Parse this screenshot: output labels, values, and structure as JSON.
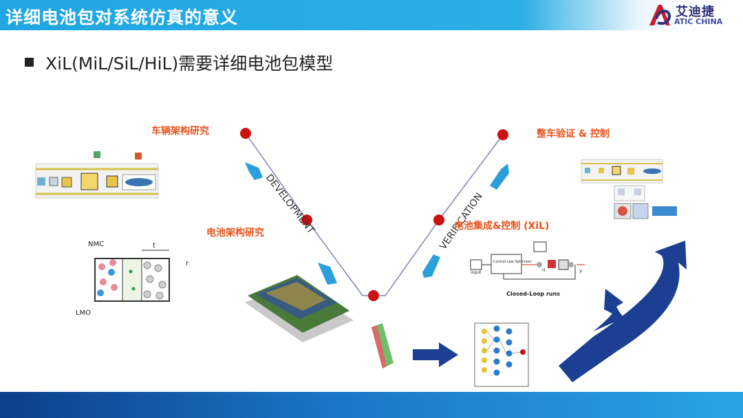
{
  "header": {
    "title": "详细电池包对系统仿真的意义"
  },
  "logo": {
    "cn": "艾迪捷",
    "en": "ATIC CHINA"
  },
  "subtitle": "XiL(MiL/SiL/HiL)需要详细电池包模型",
  "labels": {
    "vehicle_arch": "车辆架构研究",
    "battery_arch": "电池架构研究",
    "integration": "电池集成&控制 (XiL)",
    "vehicle_verify": "整车验证 & 控制"
  },
  "v_diagram": {
    "left_arm": "DEVELOPMENT",
    "right_arm": "VERIFICATION"
  },
  "cell_diagram": {
    "nmc": "NMC",
    "lmo": "LMO",
    "t": "t",
    "r": "r"
  },
  "control": {
    "input": "input",
    "optimizer": "Control Law Optimizer",
    "u": "u",
    "y": "y",
    "caption": "Closed-Loop runs"
  },
  "colors": {
    "accent": "#e8541c",
    "node": "#cc1111",
    "header": "#1fa6e3",
    "arrow_light": "#2a9fdc",
    "arrow_dark": "#1d3f93"
  }
}
